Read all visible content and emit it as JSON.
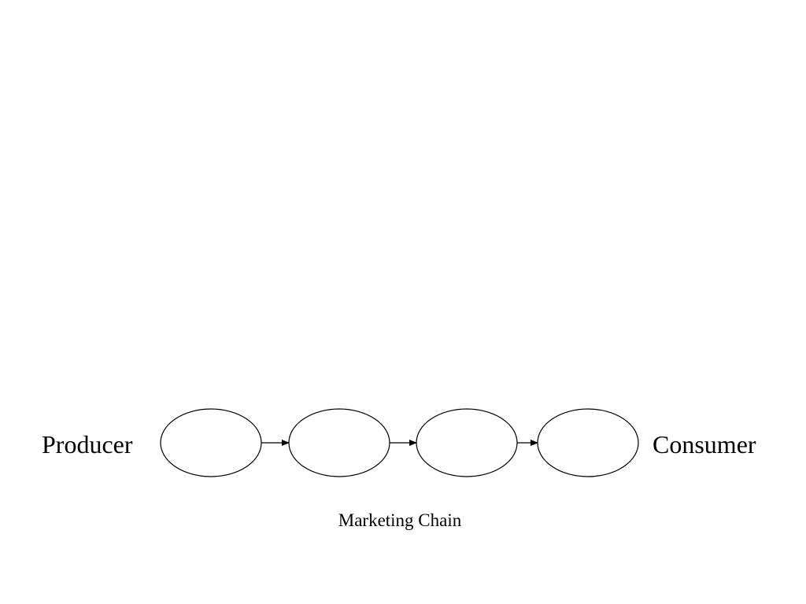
{
  "diagram": {
    "left_label": "Producer",
    "right_label": "Consumer",
    "caption": "Marketing Chain",
    "nodes": [
      "",
      "",
      "",
      ""
    ],
    "connector_style": "arrow",
    "stroke_color": "#000000",
    "background_color": "#ffffff"
  }
}
